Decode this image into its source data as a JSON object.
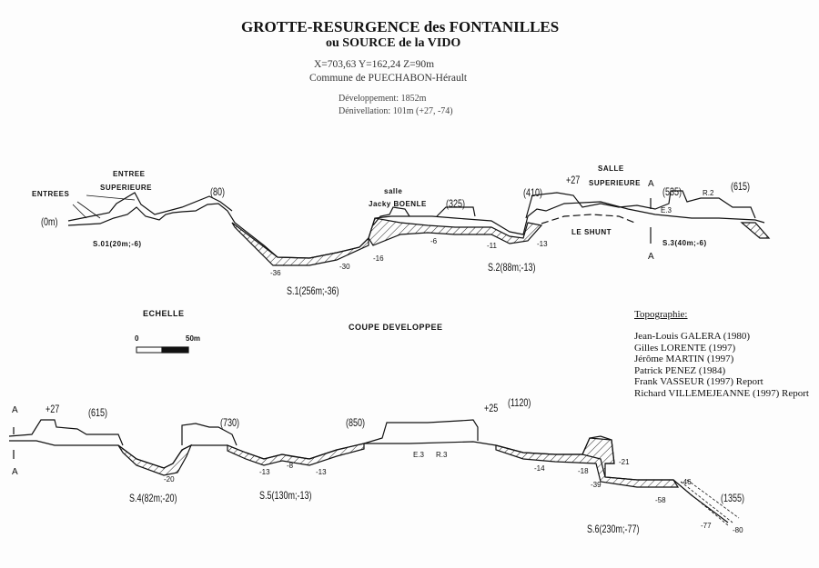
{
  "header": {
    "title": "GROTTE-RESURGENCE des FONTANILLES",
    "subtitle": "ou SOURCE de la VIDO",
    "coordinates": "X=703,63   Y=162,24   Z=90m",
    "commune": "Commune de PUECHABON-Hérault",
    "development": "Développement: 1852m",
    "denivellation": "Dénivellation: 101m (+27, -74)"
  },
  "upper_profile": {
    "entrees": "ENTREES",
    "entree": "ENTREE",
    "superieure": "SUPERIEURE",
    "start": "(0m)",
    "d80": "(80)",
    "s01": "S.01(20m;-6)",
    "m36": "-36",
    "m30": "-30",
    "m16": "-16",
    "s1": "S.1(256m;-36)",
    "salle": "salle",
    "jacky": "Jacky BOENLE",
    "d325": "(325)",
    "m6": "-6",
    "m11": "-11",
    "s2": "S.2(88m;-13)",
    "d410": "(410)",
    "m13": "-13",
    "p27": "+27",
    "salle_sup1": "SALLE",
    "salle_sup2": "SUPERIEURE",
    "shunt": "LE SHUNT",
    "a_top": "A",
    "a_bottom": "A",
    "d535": "(535)",
    "e3": "E.3",
    "r2": "R.2",
    "d615": "(615)",
    "s3": "S.3(40m;-6)"
  },
  "scale": {
    "label": "ECHELLE",
    "zero": "0",
    "fifty": "50m"
  },
  "section_title": "COUPE DEVELOPPEE",
  "topographie": {
    "heading": "Topographie:",
    "names": [
      "Jean-Louis GALERA (1980)",
      "Gilles LORENTE (1997)",
      "Jérôme MARTIN (1997)",
      "Patrick PENEZ (1984)",
      "Frank VASSEUR (1997) Report",
      "Richard VILLEMEJEANNE (1997) Report"
    ]
  },
  "lower_profile": {
    "a_top": "A",
    "a_bottom": "A",
    "p27": "+27",
    "d615": "(615)",
    "d730": "(730)",
    "d850": "(850)",
    "p25": "+25",
    "d1120": "(1120)",
    "e3": "E.3",
    "r3": "R.3",
    "m20": "-20",
    "s4": "S.4(82m;-20)",
    "m13a": "-13",
    "m8": "-8",
    "m13b": "-13",
    "s5": "S.5(130m;-13)",
    "m14": "-14",
    "m18": "-18",
    "m21": "-21",
    "m39": "-39",
    "m46": "-46",
    "m58": "-58",
    "d1355": "(1355)",
    "m77": "-77",
    "m80": "-80",
    "s6": "S.6(230m;-77)"
  }
}
